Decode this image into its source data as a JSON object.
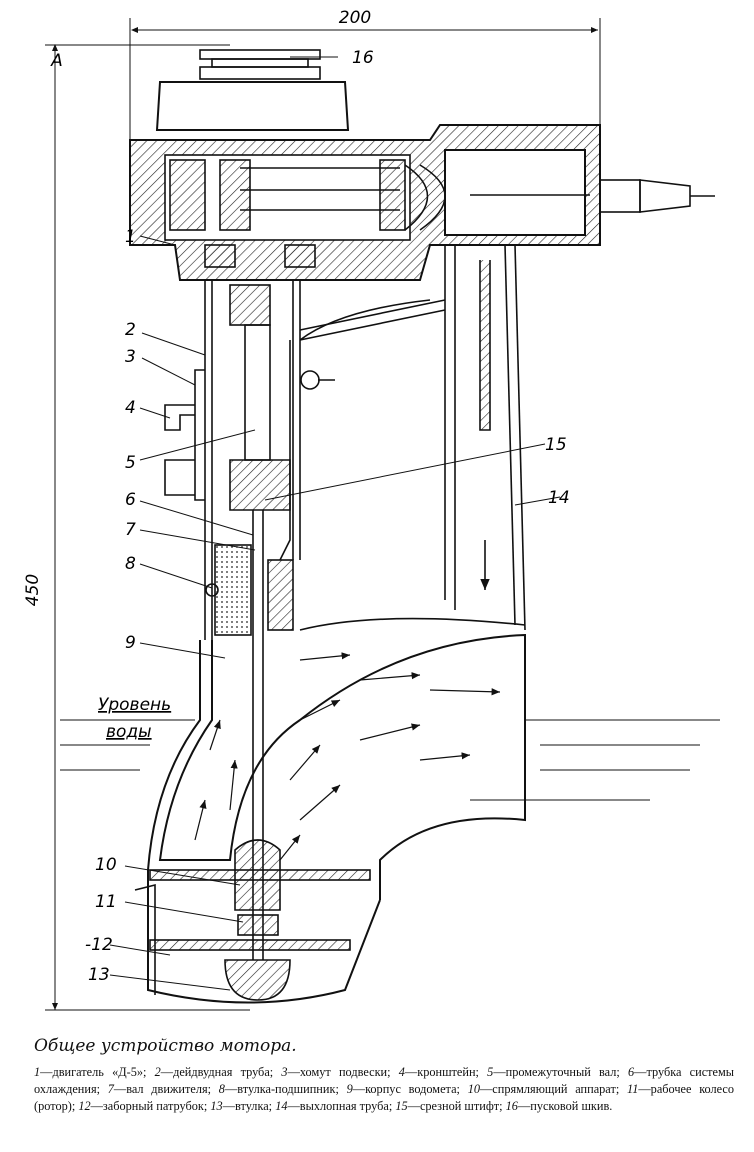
{
  "dimensions": {
    "width_label": "200",
    "height_label": "450",
    "section_mark": "A"
  },
  "callouts": [
    "1",
    "2",
    "3",
    "4",
    "5",
    "6",
    "7",
    "8",
    "9",
    "10",
    "11",
    "-12",
    "13",
    "14",
    "15",
    "16"
  ],
  "water_level": {
    "line1": "Уровень",
    "line2": "воды"
  },
  "caption": {
    "title": "Общее устройство мотора.",
    "items": [
      {
        "num": "1",
        "text": "—двигатель «Д-5»;"
      },
      {
        "num": "2",
        "text": "—дейдвудная труба;"
      },
      {
        "num": "3",
        "text": "—хомут подвески;"
      },
      {
        "num": "4",
        "text": "—кронштейн;"
      },
      {
        "num": "5",
        "text": "—промежуточный вал;"
      },
      {
        "num": "6",
        "text": "—трубка системы охлаждения;"
      },
      {
        "num": "7",
        "text": "—вал движителя;"
      },
      {
        "num": "8",
        "text": "—втулка-подшипник;"
      },
      {
        "num": "9",
        "text": "—корпус водомета;"
      },
      {
        "num": "10",
        "text": "—спрямляющий аппарат;"
      },
      {
        "num": "11",
        "text": "—рабочее колесо (ротор);"
      },
      {
        "num": "12",
        "text": "—заборный патрубок;"
      },
      {
        "num": "13",
        "text": "—втулка;"
      },
      {
        "num": "14",
        "text": "—выхлопная труба;"
      },
      {
        "num": "15",
        "text": "—срезной штифт;"
      },
      {
        "num": "16",
        "text": "—пусковой шкив."
      }
    ]
  }
}
